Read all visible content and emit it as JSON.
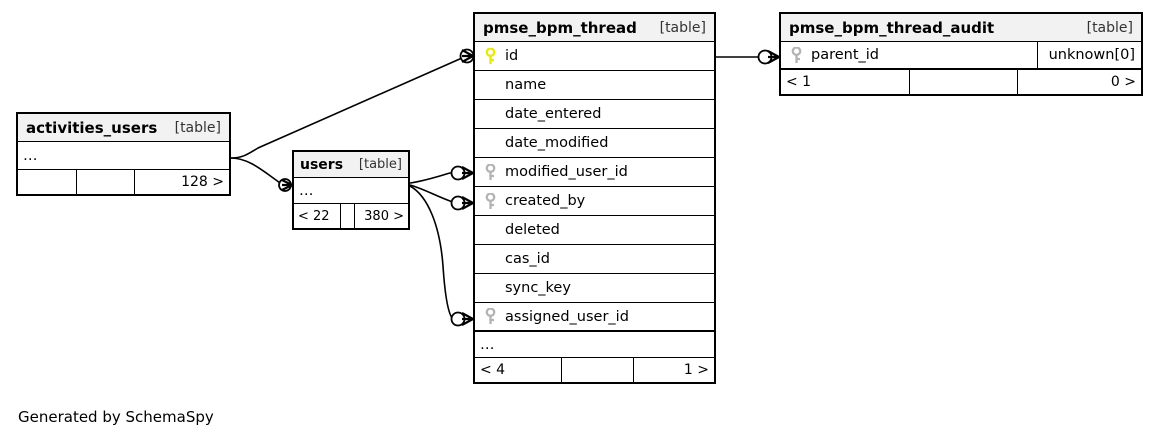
{
  "caption": "Generated by SchemaSpy",
  "kind_label": "[table]",
  "ellipsis": "…",
  "tables": [
    {
      "id": "pmse_bpm_thread",
      "name": "pmse_bpm_thread",
      "kind": "[table]",
      "columns": [
        {
          "name": "id",
          "key": "primary",
          "key_color": "#e8e80b"
        },
        {
          "name": "name",
          "key": "none"
        },
        {
          "name": "date_entered",
          "key": "none"
        },
        {
          "name": "date_modified",
          "key": "none"
        },
        {
          "name": "modified_user_id",
          "key": "foreign",
          "key_color": "#b3b3b3"
        },
        {
          "name": "created_by",
          "key": "foreign",
          "key_color": "#b3b3b3"
        },
        {
          "name": "deleted",
          "key": "none"
        },
        {
          "name": "cas_id",
          "key": "none"
        },
        {
          "name": "sync_key",
          "key": "none"
        },
        {
          "name": "assigned_user_id",
          "key": "foreign",
          "key_color": "#b3b3b3"
        }
      ],
      "more_columns": "…",
      "footer": {
        "left": "< 4",
        "middle": "",
        "right": "1 >"
      }
    },
    {
      "id": "pmse_bpm_thread_audit",
      "name": "pmse_bpm_thread_audit",
      "kind": "[table]",
      "columns": [
        {
          "name": "parent_id",
          "key": "foreign",
          "key_color": "#b3b3b3",
          "type": "unknown[0]"
        }
      ],
      "footer": {
        "left": "< 1",
        "middle": "",
        "right": "0 >"
      }
    },
    {
      "id": "activities_users",
      "name": "activities_users",
      "kind": "[table]",
      "more_columns": "…",
      "footer": {
        "left": "",
        "middle": "",
        "right": "128 >"
      }
    },
    {
      "id": "users",
      "name": "users",
      "kind": "[table]",
      "more_columns": "…",
      "footer": {
        "left": "< 22",
        "middle": "",
        "right": "380 >"
      }
    }
  ],
  "relationships": [
    {
      "from": "activities_users",
      "to": "pmse_bpm_thread.id",
      "notation": "zero-or-many"
    },
    {
      "from": "users",
      "to": "pmse_bpm_thread.modified_user_id",
      "notation": "zero-or-many"
    },
    {
      "from": "users",
      "to": "pmse_bpm_thread.created_by",
      "notation": "zero-or-many"
    },
    {
      "from": "users",
      "to": "pmse_bpm_thread.assigned_user_id",
      "notation": "zero-or-many"
    },
    {
      "from": "pmse_bpm_thread.id",
      "to": "pmse_bpm_thread_audit.parent_id",
      "notation": "zero-or-many"
    },
    {
      "from": "activities_users",
      "to": "users",
      "notation": "zero-or-many"
    }
  ]
}
